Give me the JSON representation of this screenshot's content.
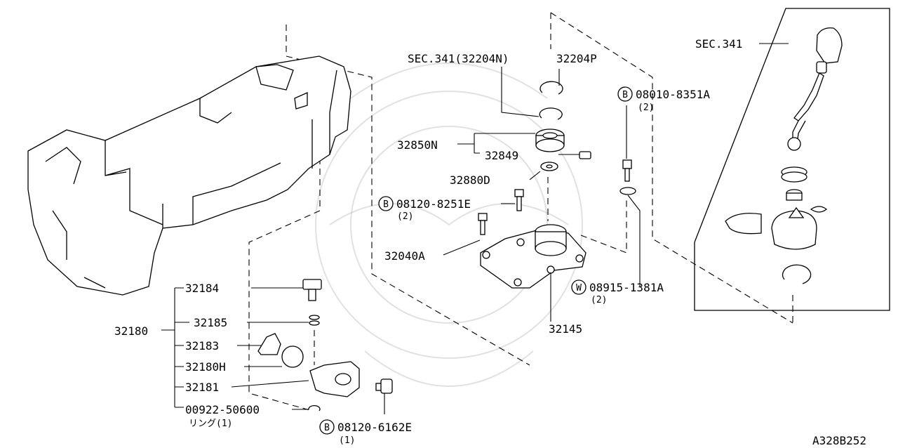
{
  "labels": {
    "sec341_32204n": "SEC.341(32204N)",
    "p32204p": "32204P",
    "p32850n": "32850N",
    "p32849": "32849",
    "p32880d": "32880D",
    "b08120_8251e": "08120-8251E",
    "qty_8251e": "(2)",
    "p32040a": "32040A",
    "b08010_8351a": "08010-8351A",
    "qty_8351a": "(2)",
    "w08915_1381a": "08915-1381A",
    "qty_1381a": "(2)",
    "p32145": "32145",
    "sec341": "SEC.341",
    "p32184": "32184",
    "p32185": "32185",
    "p32180": "32180",
    "p32183": "32183",
    "p32180h": "32180H",
    "p32181": "32181",
    "p00922_50600": "00922-50600",
    "ring_note": "リング(1)",
    "b08120_6162e": "08120-6162E",
    "qty_6162e": "(1)",
    "drawing_id": "A328B252"
  },
  "markers": {
    "bolt": "B",
    "washer": "W"
  },
  "icons": [
    "transmission-case",
    "shift-knob",
    "shift-lever-assembly",
    "gear-shift-housing",
    "circlip",
    "bolt",
    "washer",
    "bushing",
    "oil-seal",
    "plug",
    "seal-plate"
  ]
}
